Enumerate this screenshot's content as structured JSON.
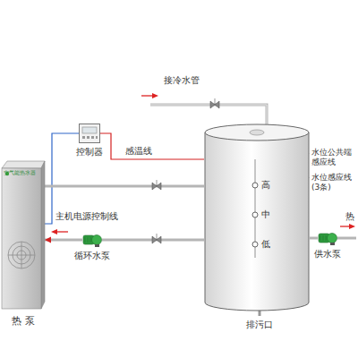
{
  "diagram": {
    "nodes": [
      {
        "text": [
          "控制器"
        ]
      },
      {
        "text": [
          "高",
          "中",
          "低"
        ]
      },
      {
        "text": [
          "热 泵"
        ]
      },
      {
        "text": [
          "循环水泵"
        ]
      },
      {
        "text": [
          "供水泵"
        ]
      }
    ],
    "edges": [
      {
        "from": 0,
        "to": 2,
        "arrow": "none",
        "label": "主机电源控制线"
      },
      {
        "from": 0,
        "to": 1,
        "arrow": "none",
        "label": "感温线"
      },
      {
        "from": 2,
        "to": 1,
        "arrow": "none"
      },
      {
        "from": 1,
        "to": 3,
        "arrow": "none"
      },
      {
        "from": 3,
        "to": 2,
        "arrow": "to"
      },
      {
        "from": 1,
        "to": 4,
        "arrow": "none"
      }
    ],
    "labels": [
      "接冷水管",
      "水位公共端感应线",
      "水位感应线(3条)",
      "排污口",
      "热",
      "空气能热水器"
    ]
  }
}
